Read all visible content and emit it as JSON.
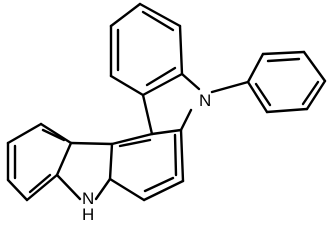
{
  "atom_labels": {
    "n_phenyl": "N",
    "nh_n": "N",
    "nh_h": "H"
  }
}
